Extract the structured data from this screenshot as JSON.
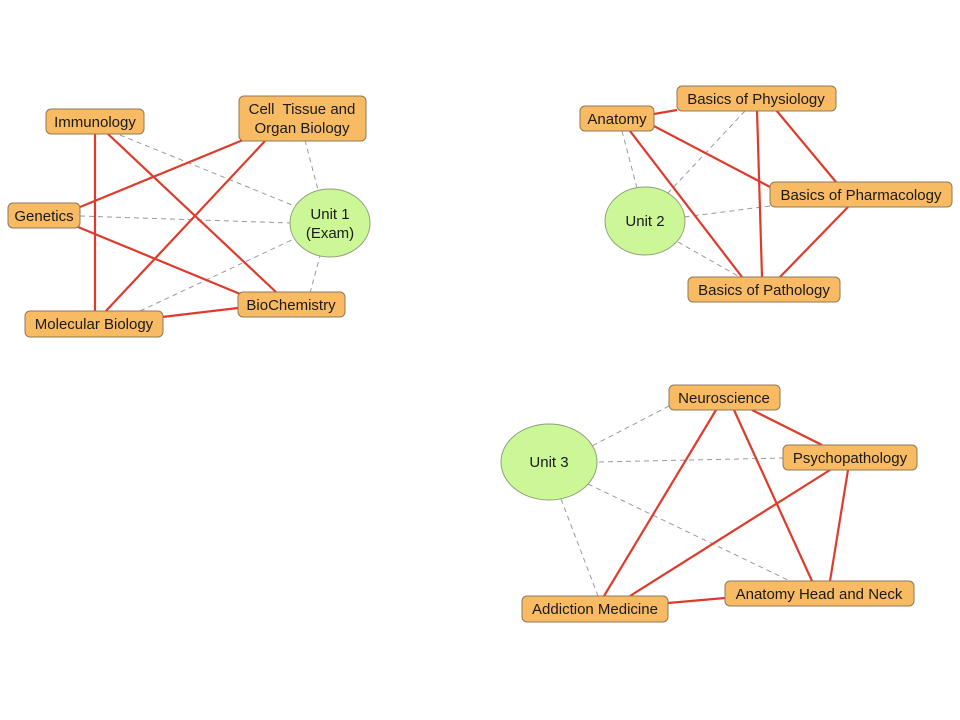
{
  "colors": {
    "topic_fill": "#f8bb63",
    "unit_fill": "#ccf796",
    "strong_link": "#de3b2c",
    "weak_link": "#9a9a9a"
  },
  "unit1": {
    "unit": [
      "Unit 1",
      "(Exam)"
    ],
    "immunology": "Immunology",
    "cell_tissue": [
      "Cell  Tissue and",
      "Organ Biology"
    ],
    "genetics": "Genetics",
    "biochemistry": "BioChemistry",
    "molecular_biology": "Molecular Biology"
  },
  "unit2": {
    "unit": "Unit 2",
    "anatomy": "Anatomy",
    "physiology": "Basics of Physiology",
    "pharmacology": "Basics of Pharmacology",
    "pathology": "Basics of Pathology"
  },
  "unit3": {
    "unit": "Unit 3",
    "neuroscience": "Neuroscience",
    "psychopathology": "Psychopathology",
    "addiction_medicine": "Addiction Medicine",
    "anatomy_head_neck": "Anatomy Head and Neck"
  }
}
